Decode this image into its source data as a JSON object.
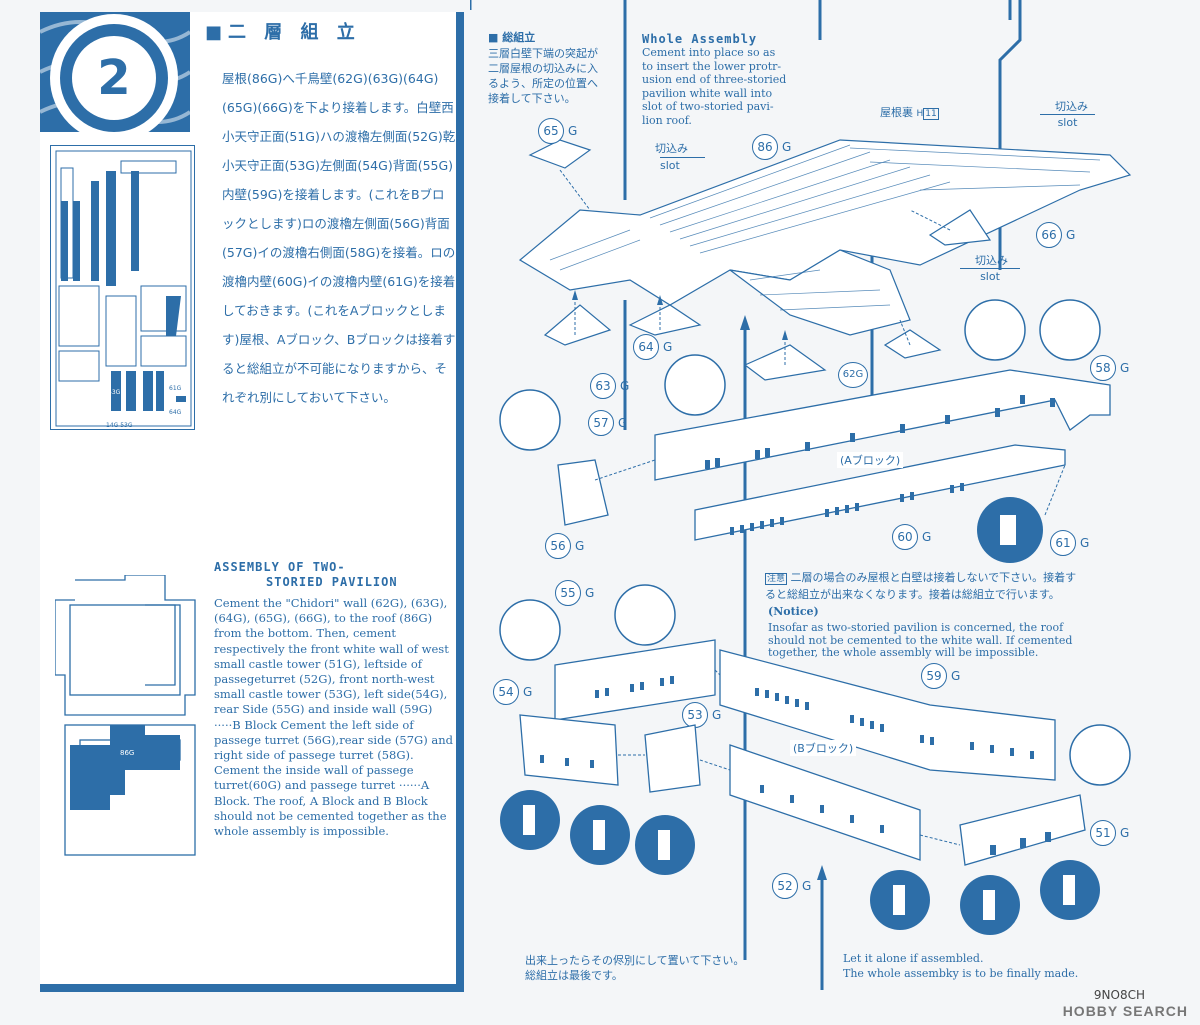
{
  "left_panel": {
    "step_number": "2",
    "jp_title": "■二 層 組 立",
    "jp_paragraph": "屋根(86G)へ千鳥壁(62G)(63G)(64G)(65G)(66G)を下より接着します。白壁西小天守正面(51G)ハの渡櫓左側面(52G)乾小天守正面(53G)左側面(54G)背面(55G)内壁(59G)を接着します。(これをBブロックとします)ロの渡櫓左側面(56G)背面(57G)イの渡櫓右側面(58G)を接着。ロの渡櫓内壁(60G)イの渡櫓内壁(61G)を接着しておきます。(これをAブロックとします)屋根、Aブロック、Bブロックは接着すると総組立が不可能になりますから、それぞれ別にしておいて下さい。",
    "en_title_1": "ASSEMBLY OF TWO-",
    "en_title_2": "STORIED PAVILION",
    "en_paragraph": "Cement the \"Chidori\" wall (62G), (63G), (64G), (65G), (66G), to the roof (86G) from the bottom. Then, cement respectively the front white wall of west small castle tower (51G), leftside of passegeturret (52G), front north-west small castle tower (53G), left side(54G), rear Side (55G) and inside wall (59G) ·····B Block Cement the left side of passege turret (56G),rear side (57G) and right side of passege turret (58G). Cement the inside wall of passege turret(60G) and passege turret ······A Block. The roof, A Block and B Block should not be cemented together as the whole assembly is impossible.",
    "sprue_labels": [
      "53G",
      "61G",
      "64G",
      "14G 53G"
    ],
    "plan_label": "86G"
  },
  "right_panel": {
    "jp_header": "■ 総組立",
    "jp_header_body": [
      "三層白壁下端の突起が",
      "二層屋根の切込みに入",
      "るよう、所定の位置へ",
      "接着して下さい。"
    ],
    "en_header": "Whole Assembly",
    "en_header_body": [
      "Cement into place so as",
      "to insert the lower protr-",
      "usion end of three-storied",
      "pavilion white wall into",
      "slot of two-storied pavi-",
      "lion roof."
    ],
    "roof_back": "屋根裏",
    "roof_back_code": "H",
    "roof_back_num": "11",
    "slot_jp": "切込み",
    "slot_en": "slot",
    "block_a": "(Aブロック)",
    "block_b": "(Bブロック)",
    "notice_tag": "注意",
    "notice_jp_1": "二層の場合のみ屋根と白壁は接着しないで下さい。接着す",
    "notice_jp_2": "ると総組立が出来なくなります。接着は総組立で行います。",
    "notice_title": "(Notice)",
    "notice_en": [
      "Insofar as two-storied pavilion is concerned, the roof",
      "should not be cemented to the white wall. If cemented",
      "together, the whole assembly will be impossible."
    ],
    "bottom_jp_1": "出来上ったらその侭別にして置いて下さい。",
    "bottom_jp_2": "総組立は最後です。",
    "bottom_en_1": "Let it alone if assembled.",
    "bottom_en_2": "The whole assembky is to be finally made.",
    "parts": {
      "p65": "65",
      "p86": "86",
      "p66": "66",
      "p64": "64",
      "p63": "63",
      "p62": "62G",
      "p58": "58",
      "p57": "57",
      "p56": "56",
      "p60": "60",
      "p61": "61",
      "p55": "55",
      "p54": "54",
      "p53": "53",
      "p59": "59",
      "p52": "52",
      "p51": "51",
      "g": "G"
    }
  },
  "footer": {
    "code": "9NO8CH",
    "watermark": "HOBBY SEARCH"
  },
  "colors": {
    "ink": "#2d6ea8",
    "paper": "#f4f6f8"
  }
}
